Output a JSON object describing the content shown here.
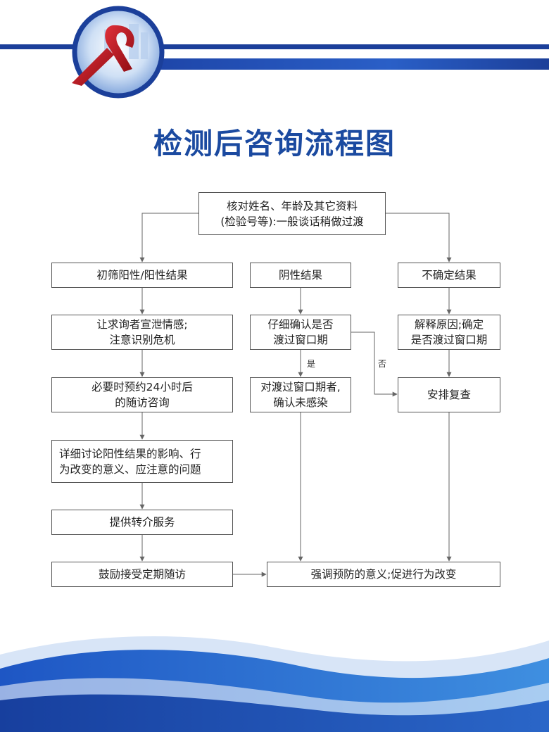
{
  "title": "检测后咨询流程图",
  "nodes": {
    "verify": "核对姓名、年龄及其它资料\n(检验号等):一般谈话稍做过渡",
    "positive": "初筛阳性/阳性结果",
    "negative": "阴性结果",
    "uncertain": "不确定结果",
    "vent": "让求询者宣泄情感;\n注意识别危机",
    "confirm_window": "仔细确认是否\n渡过窗口期",
    "explain": "解释原因;确定\n是否渡过窗口期",
    "followup_24h": "必要时预约24小时后\n的随访咨询",
    "passed_window": "对渡过窗口期者,\n确认未感染",
    "recheck": "安排复查",
    "discuss": "详细讨论阳性结果的影响、行\n为改变的意义、应注意的问题",
    "referral": "提供转介服务",
    "encourage": "鼓励接受定期随访",
    "emphasize": "强调预防的意义;促进行为改变"
  },
  "edge_labels": {
    "yes": "是",
    "no": "否"
  },
  "colors": {
    "title": "#1b4aa0",
    "brand_blue": "#1b3f9a",
    "ribbon_red": "#c0151d",
    "line": "#666666"
  }
}
